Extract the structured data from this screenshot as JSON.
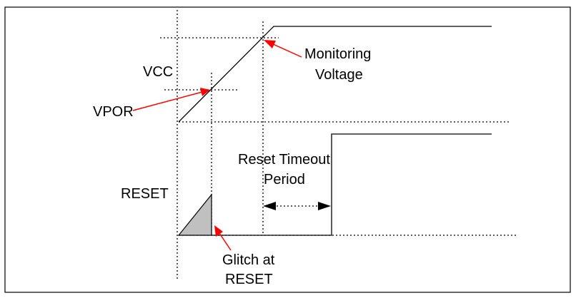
{
  "labels": {
    "vcc": "VCC",
    "vpor": "VPOR",
    "monitoring_voltage_line1": "Monitoring",
    "monitoring_voltage_line2": "Voltage",
    "reset_timeout_line1": "Reset Timeout",
    "reset_timeout_line2": "Period",
    "reset": "RESET",
    "glitch_line1": "Glitch at",
    "glitch_line2": "RESET"
  },
  "colors": {
    "annotation_arrow": "#ff0000",
    "glitch_fill": "#c0c0c0",
    "border": "#000000"
  }
}
